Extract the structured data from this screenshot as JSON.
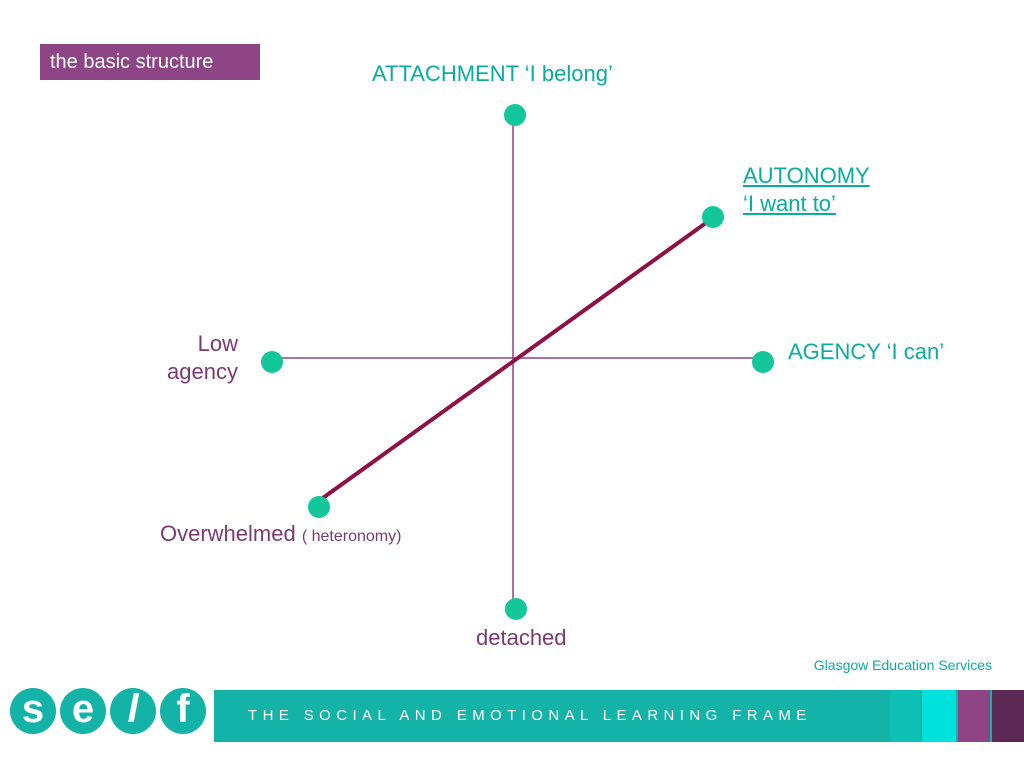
{
  "slide": {
    "title": "the basic structure",
    "credit": "Glasgow Education Services"
  },
  "diagram": {
    "top_label": "ATTACHMENT ‘I belong’",
    "upper_right_label_line1": "AUTONOMY",
    "upper_right_label_line2": "‘I want to’",
    "right_label": "AGENCY ‘I can’",
    "left_label_line1": "Low",
    "left_label_line2": "agency",
    "lower_left_label": "Overwhelmed",
    "lower_left_sublabel": "( heteronomy)",
    "bottom_label": "detached"
  },
  "colors": {
    "node": "#14c79a",
    "axis": "#8e4585",
    "diagonal": "#8e1046",
    "teal_text": "#0aaca0",
    "purple_text": "#7a3b74",
    "badge": "#8e4585",
    "footer": "#14b3a7"
  },
  "footer": {
    "tagline": "THE SOCIAL AND EMOTIONAL LEARNING FRAME",
    "logo_letters": [
      "s",
      "e",
      "l",
      "f"
    ]
  }
}
